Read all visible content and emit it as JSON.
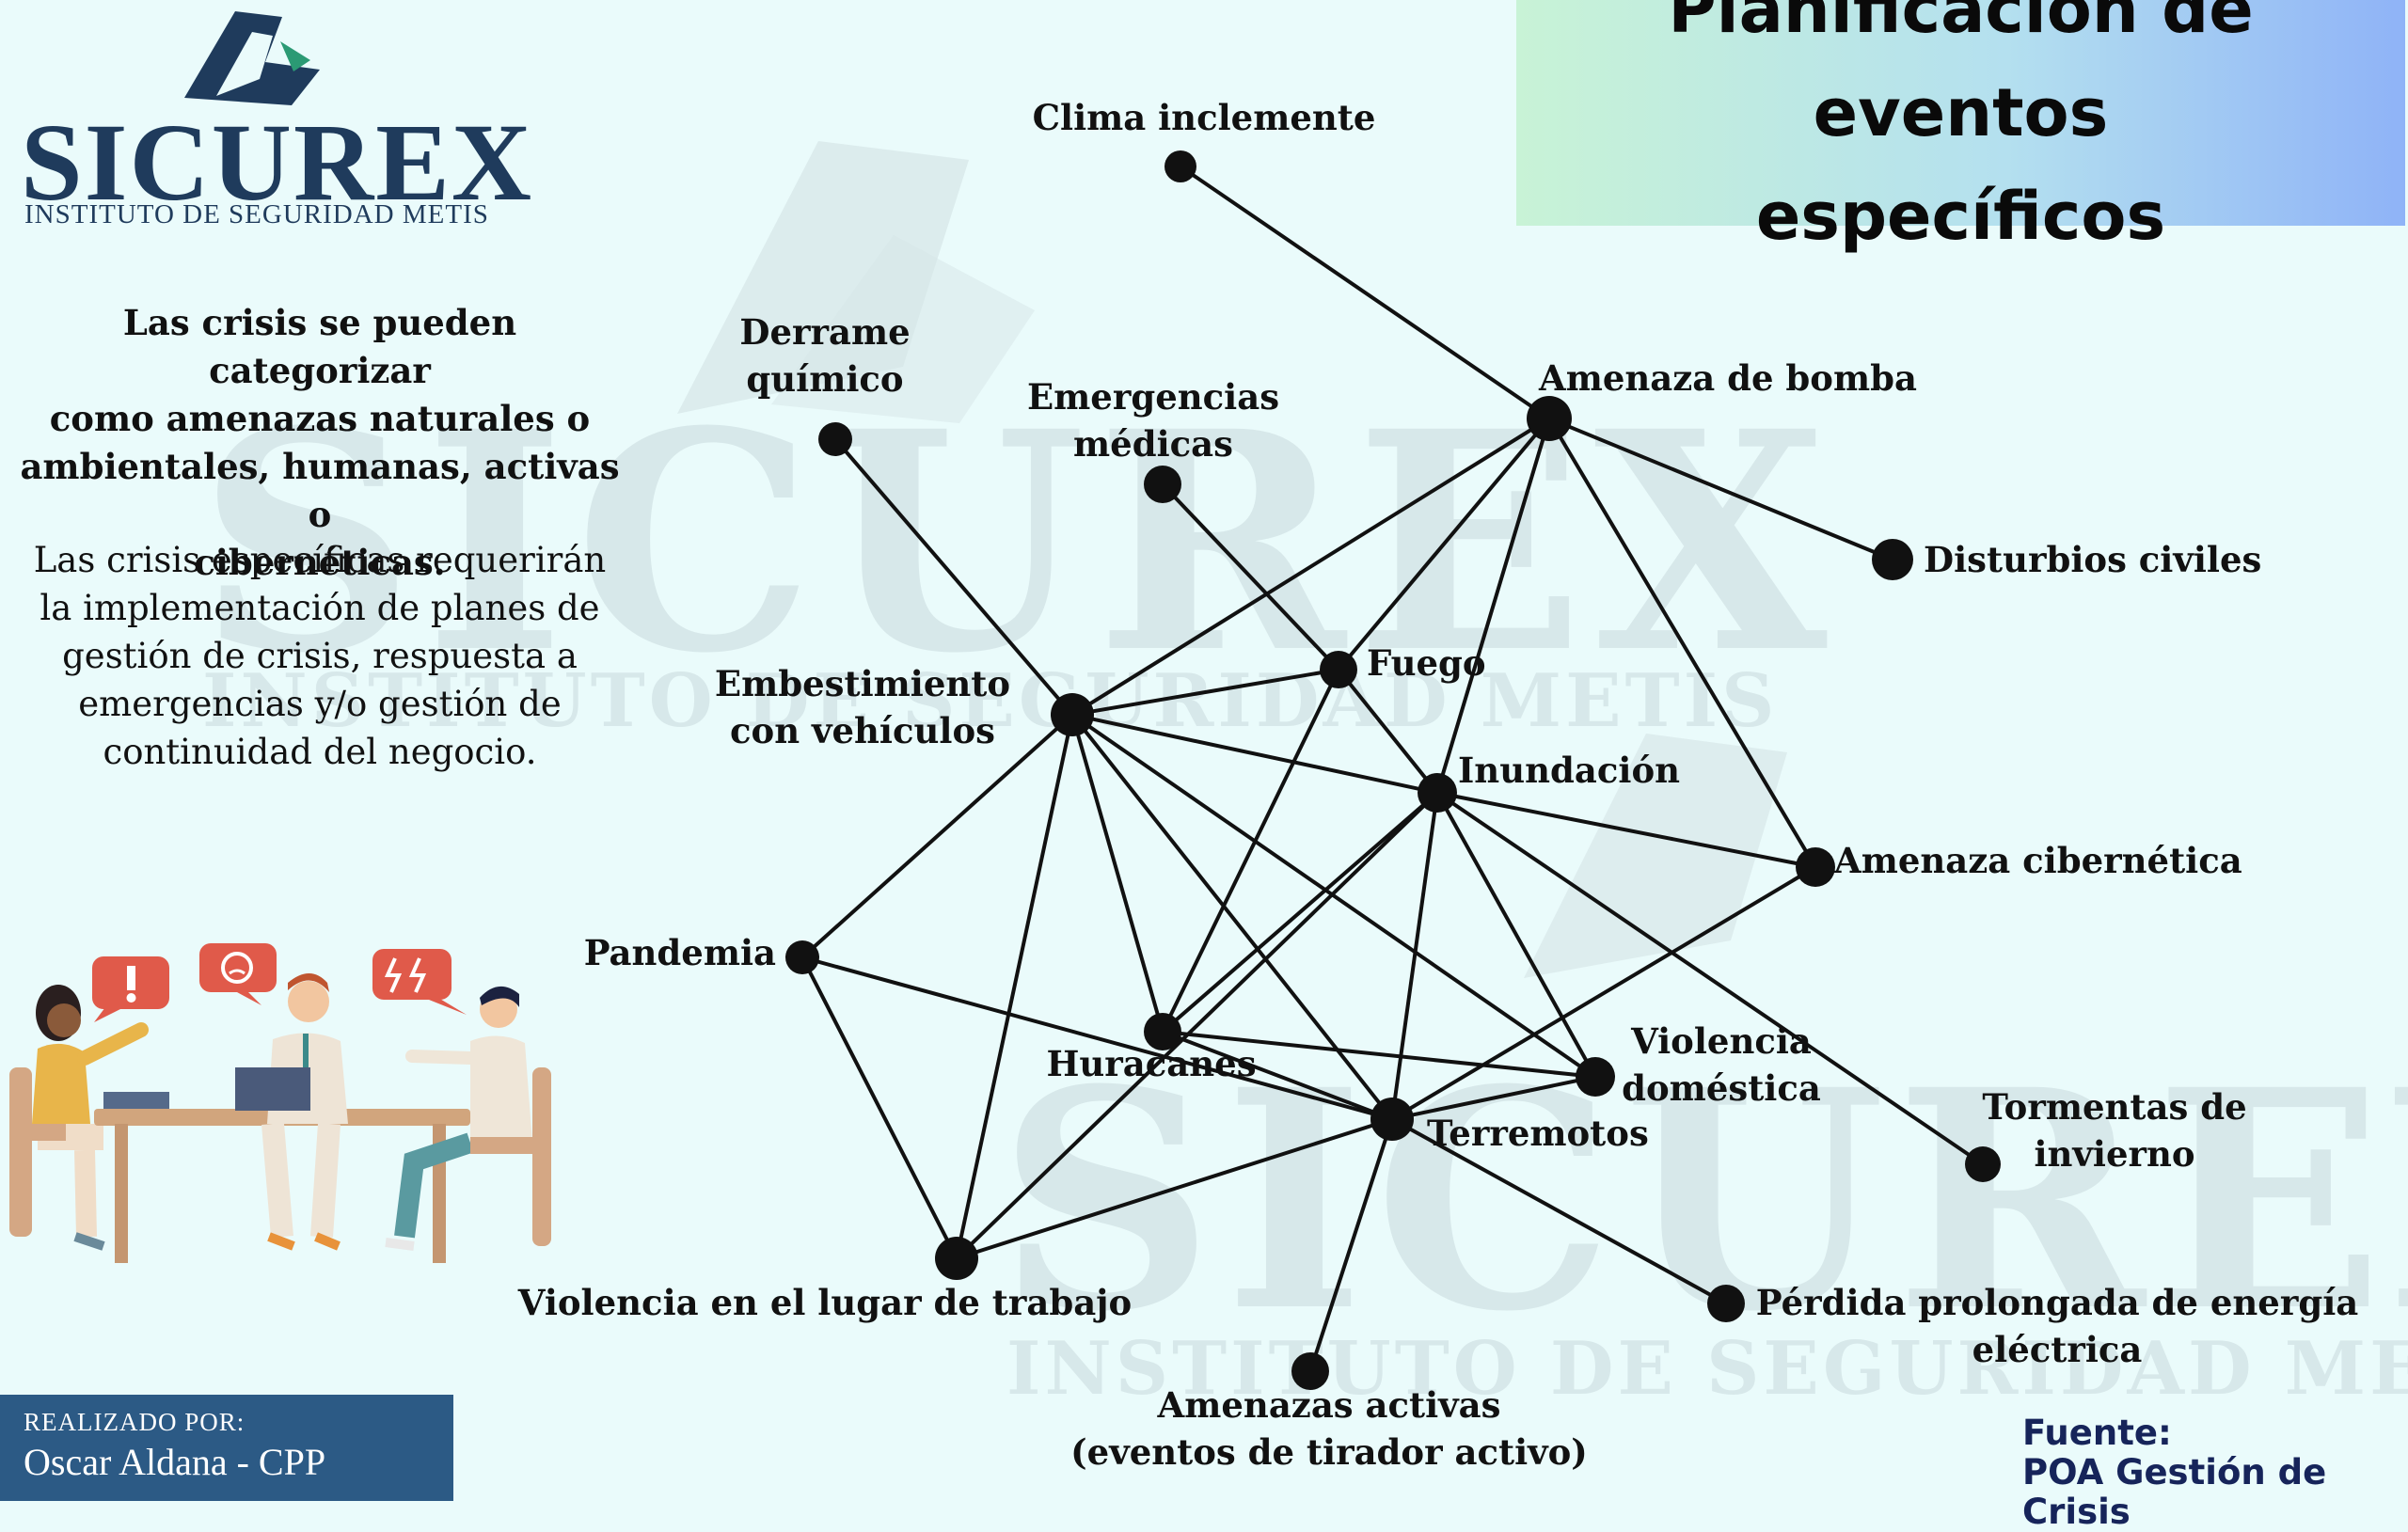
{
  "logo": {
    "name": "SICUREX",
    "subtitle": "INSTITUTO DE SEGURIDAD METIS"
  },
  "title": {
    "line1": "Planificación de eventos",
    "line2": "específicos"
  },
  "intro": {
    "paragraph1_lines": [
      "Las crisis se pueden categorizar",
      "como amenazas naturales o",
      "ambientales, humanas, activas o",
      "cibernéticas."
    ],
    "paragraph2_lines": [
      "Las crisis específicas requerirán",
      "la implementación de planes de",
      "gestión de crisis, respuesta a",
      "emergencias y/o gestión de",
      "continuidad del negocio."
    ]
  },
  "illustration": {
    "alert_icon": "exclamation-icon",
    "angry_icon": "angry-face-icon",
    "lightning_icon": "lightning-icon"
  },
  "diagram": {
    "nodes": [
      {
        "id": "clima",
        "label": [
          "Clima inclemente"
        ]
      },
      {
        "id": "bomba",
        "label": [
          "Amenaza de bomba"
        ]
      },
      {
        "id": "derrame",
        "label": [
          "Derrame",
          "químico"
        ]
      },
      {
        "id": "medicas",
        "label": [
          "Emergencias",
          "médicas"
        ]
      },
      {
        "id": "disturbios",
        "label": [
          "Disturbios civiles"
        ]
      },
      {
        "id": "fuego",
        "label": [
          "Fuego"
        ]
      },
      {
        "id": "embest",
        "label": [
          "Embestimiento",
          "con vehículos"
        ]
      },
      {
        "id": "inund",
        "label": [
          "Inundación"
        ]
      },
      {
        "id": "ciber",
        "label": [
          "Amenaza cibernética"
        ]
      },
      {
        "id": "pandemia",
        "label": [
          "Pandemia"
        ]
      },
      {
        "id": "huracanes",
        "label": [
          "Huracanes"
        ]
      },
      {
        "id": "violdom",
        "label": [
          "Violencia",
          "doméstica"
        ]
      },
      {
        "id": "terremotos",
        "label": [
          "Terremotos"
        ]
      },
      {
        "id": "tormentas",
        "label": [
          "Tormentas de",
          "invierno"
        ]
      },
      {
        "id": "violtrab",
        "label": [
          "Violencia en el lugar de trabajo"
        ]
      },
      {
        "id": "perdida",
        "label": [
          "Pérdida prolongada de energía",
          "eléctrica"
        ]
      },
      {
        "id": "activas",
        "label": [
          "Amenazas activas",
          "(eventos de tirador activo)"
        ]
      }
    ],
    "edges": [
      [
        "clima",
        "bomba"
      ],
      [
        "bomba",
        "disturbios"
      ],
      [
        "bomba",
        "ciber"
      ],
      [
        "bomba",
        "embest"
      ],
      [
        "bomba",
        "inund"
      ],
      [
        "bomba",
        "fuego"
      ],
      [
        "derrame",
        "embest"
      ],
      [
        "medicas",
        "fuego"
      ],
      [
        "fuego",
        "embest"
      ],
      [
        "fuego",
        "huracanes"
      ],
      [
        "fuego",
        "inund"
      ],
      [
        "embest",
        "inund"
      ],
      [
        "embest",
        "pandemia"
      ],
      [
        "embest",
        "violtrab"
      ],
      [
        "embest",
        "huracanes"
      ],
      [
        "embest",
        "terremotos"
      ],
      [
        "embest",
        "violdom"
      ],
      [
        "inund",
        "ciber"
      ],
      [
        "inund",
        "tormentas"
      ],
      [
        "inund",
        "huracanes"
      ],
      [
        "inund",
        "terremotos"
      ],
      [
        "inund",
        "violdom"
      ],
      [
        "inund",
        "violtrab"
      ],
      [
        "ciber",
        "terremotos"
      ],
      [
        "pandemia",
        "violtrab"
      ],
      [
        "pandemia",
        "terremotos"
      ],
      [
        "huracanes",
        "violdom"
      ],
      [
        "huracanes",
        "terremotos"
      ],
      [
        "terremotos",
        "violdom"
      ],
      [
        "terremotos",
        "violtrab"
      ],
      [
        "terremotos",
        "perdida"
      ],
      [
        "terremotos",
        "activas"
      ]
    ]
  },
  "credit": {
    "label": "REALIZADO POR:",
    "name": "Oscar Aldana - CPP"
  },
  "source": {
    "label": "Fuente:",
    "value": "POA Gestión de Crisis"
  }
}
